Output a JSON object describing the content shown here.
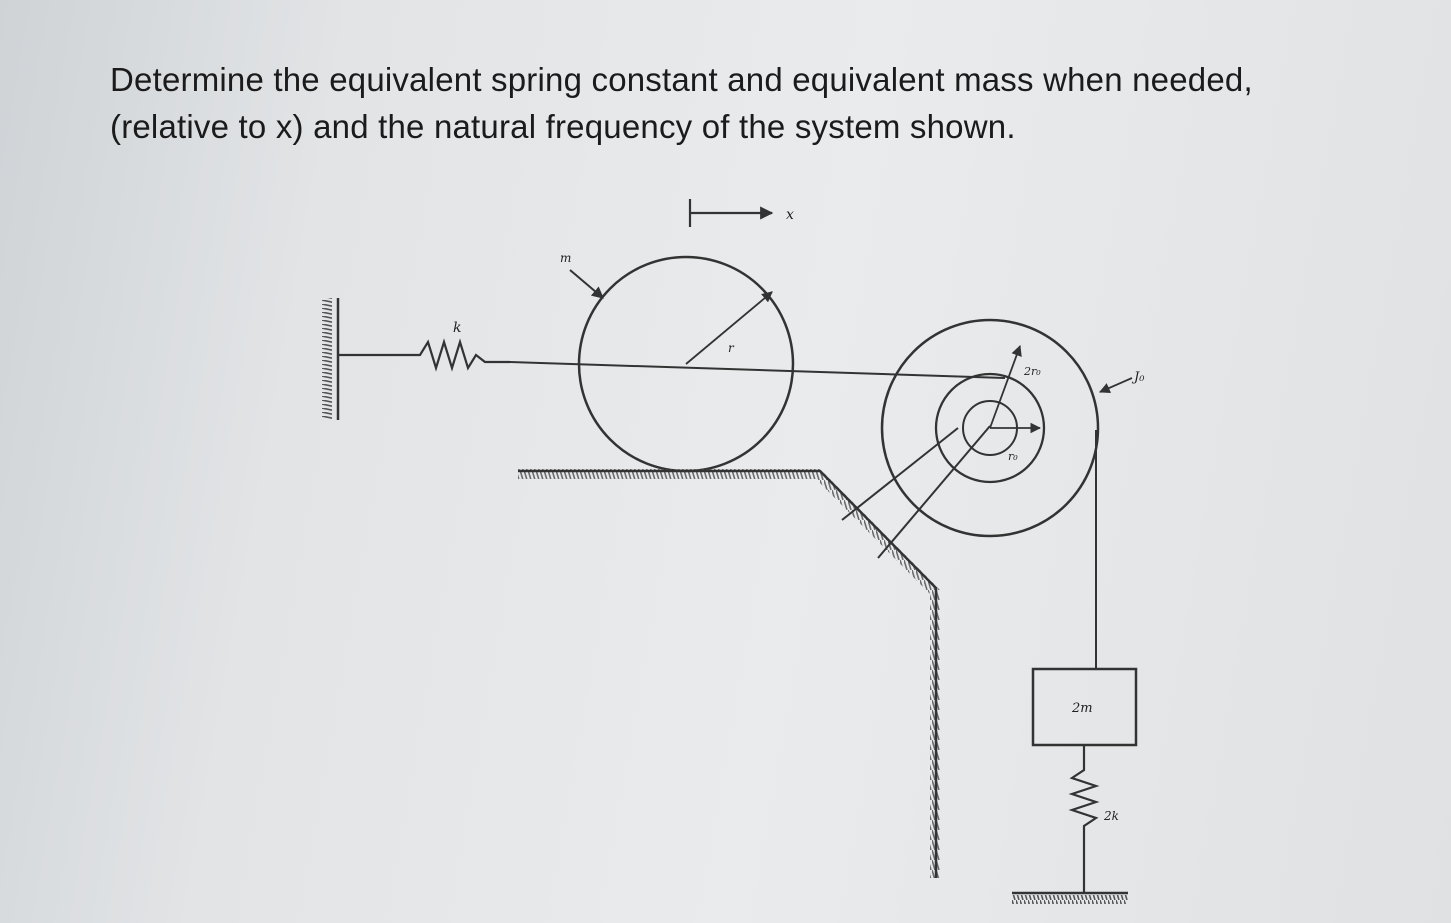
{
  "problem": {
    "line1": "Determine the equivalent spring constant and equivalent mass when needed,",
    "line2": "(relative to x) and the natural frequency of the system shown."
  },
  "figure": {
    "labels": {
      "displacement": "x",
      "disk_mass": "m",
      "disk_radius": "r",
      "left_spring": "k",
      "outer_radius": "2r₀",
      "inner_radius": "r₀",
      "pulley_inertia": "J₀",
      "block_mass": "2m",
      "bottom_spring": "2k"
    }
  }
}
